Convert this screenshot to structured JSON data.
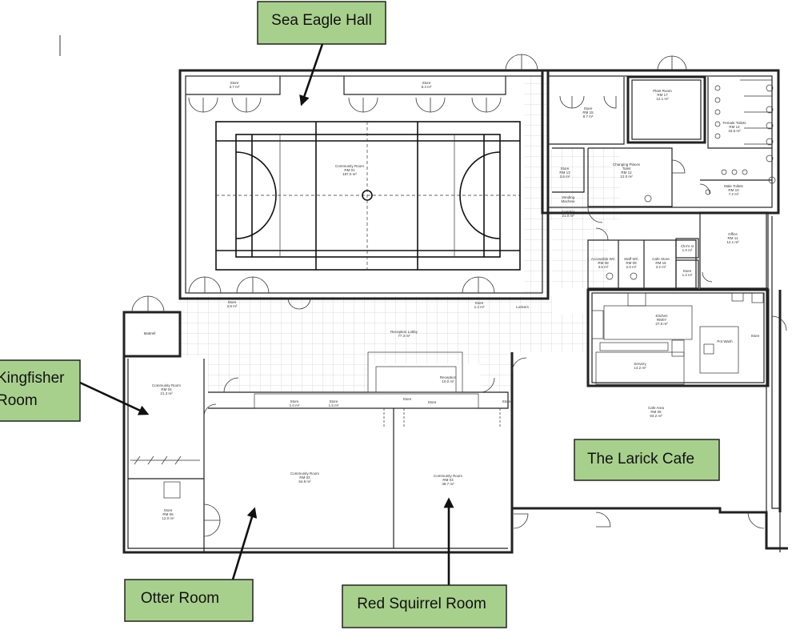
{
  "callouts": {
    "sea_eagle_hall": "Sea Eagle Hall",
    "kingfisher_room_line1": "Kingfisher",
    "kingfisher_room_line2": "Room",
    "larick_cafe": "The Larick Cafe",
    "otter_room": "Otter Room",
    "red_squirrel_room": "Red Squirrel Room"
  },
  "rooms": {
    "store_a": "Store",
    "store_a_area": "3.7 m²",
    "store_b": "Store",
    "store_b_area": "6.4 m²",
    "community_room_01": "Community Room",
    "community_room_01_num": "RM 01",
    "community_room_01_area": "187.0 m²",
    "plant_room": "Plant Room",
    "plant_room_num": "RM 17",
    "plant_room_area": "12.1 m²",
    "store_15": "Store",
    "store_15_num": "RM 15",
    "store_15_area": "8.7 m²",
    "female_toilets": "Female Toilets",
    "female_toilets_num": "RM 14",
    "female_toilets_area": "16.5 m²",
    "changing_places": "Changing Places",
    "changing_places_2": "Toilet",
    "changing_places_num": "RM 12",
    "changing_places_area": "12.0 m²",
    "store_13": "Store",
    "store_13_num": "RM 13",
    "store_13_area": "2.6 m²",
    "male_toilets": "Male Toilets",
    "male_toilets_num": "RM 10",
    "male_toilets_area": "7.2 m²",
    "vending": "Vending",
    "vending_2": "Machine",
    "corridor": "Corridor",
    "corridor_area": "21.0 m²",
    "office": "Office",
    "office_num": "RM 11",
    "office_area": "12.1 m²",
    "cleaners": "Clnr's st",
    "cleaners_area": "1.0 m²",
    "accessible_wc": "Accessible WC",
    "accessible_wc_num": "RM 08",
    "accessible_wc_area": "3.6 m²",
    "staff_wc": "Staff WC",
    "staff_wc_num": "RM 09",
    "staff_wc_area": "2.0 m²",
    "cafe_store": "Cafe Store",
    "cafe_store_num": "RM 16",
    "cafe_store_area": "3.2 m²",
    "store_small": "Store",
    "store_small_area": "1.2 m²",
    "store_c": "Store",
    "store_c_area": "2.8 m²",
    "store_d": "Store",
    "store_d_area": "1.4 m²",
    "lockers": "Lockers",
    "reception_lobby": "Reception Lobby",
    "reception_lobby_area": "77.3 m²",
    "mattress": "Mattrell",
    "kitchen": "Kitchen",
    "kitchen_num": "RM07",
    "kitchen_area": "27.8 m²",
    "pot_wash": "Pot Wash",
    "store_e": "Store",
    "servery": "Servery",
    "servery_area": "14.2 m²",
    "reception": "Reception",
    "reception_area": "10.0 m²",
    "community_room_04": "Community Room",
    "community_room_04_num": "RM 04",
    "community_room_04_area": "21.3 m²",
    "store_f": "Store",
    "store_f_area": "1.0 m²",
    "store_g": "Store",
    "store_g_area": "1.5 m²",
    "store_h": "Store",
    "store_i": "Store",
    "store_j": "Store",
    "cafe_area": "Cafe Area",
    "cafe_area_num": "RM 05",
    "cafe_area_area": "84.2 m²",
    "community_room_02": "Community Room",
    "community_room_02_num": "RM 02",
    "community_room_02_area": "64.8 m²",
    "community_room_03": "Community Room",
    "community_room_03_num": "RM 03",
    "community_room_03_area": "38.7 m²",
    "store_06": "Store",
    "store_06_num": "RM 06",
    "store_06_area": "12.0 m²"
  },
  "colors": {
    "callout_fill": "#a8d08d",
    "wall": "#222222"
  }
}
